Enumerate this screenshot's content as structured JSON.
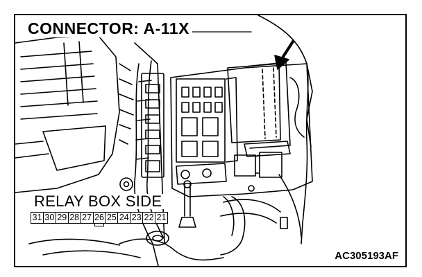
{
  "diagram": {
    "title": "CONNECTOR: A-11X",
    "side_label": "RELAY BOX SIDE",
    "pin_numbers": [
      "31",
      "30",
      "29",
      "28",
      "27",
      "26",
      "25",
      "24",
      "23",
      "22",
      "21"
    ],
    "marked_pin": "26",
    "figure_code": "AC305193AF"
  }
}
